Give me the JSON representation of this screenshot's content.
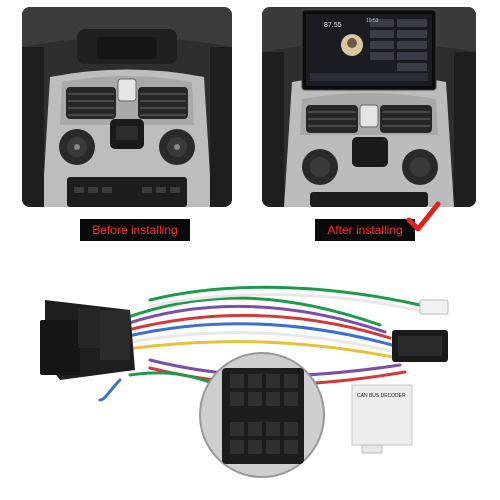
{
  "captions": {
    "before": "Before installing",
    "after": "After installing"
  },
  "screen": {
    "temperature": "87.55",
    "time": "10:53"
  },
  "decoder": {
    "line1": "CAN BUS DECODER"
  },
  "colors": {
    "caption_bg": "#0a0a0a",
    "caption_text": "#ff2a2a",
    "check": "#e0201c",
    "connector": "#1e1e1e",
    "wire_green": "#1f9a4a",
    "wire_purple": "#7b4fa8",
    "wire_red": "#d23a3a",
    "wire_blue": "#3b6fd0",
    "wire_white": "#e8e8e8",
    "wire_yellow": "#e6c23a"
  },
  "icons": [
    "check-mark-icon"
  ]
}
